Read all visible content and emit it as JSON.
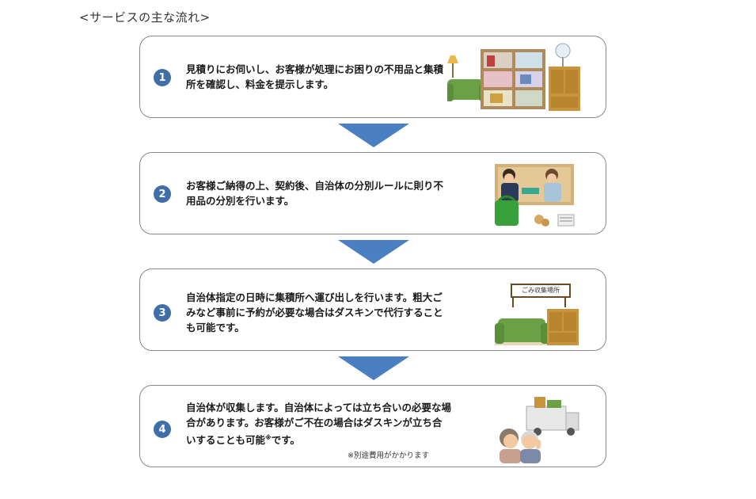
{
  "page": {
    "title": "<サービスの主な流れ>"
  },
  "steps": [
    {
      "number": "1",
      "text": "見積りにお伺いし、お客様が処理にお困りの不用品と集積所を確認し、料金を提示します。",
      "illustration": "furniture-pile-illustration"
    },
    {
      "number": "2",
      "text": "お客様ご納得の上、契約後、自治体の分別ルールに則り不用品の分別を行います。",
      "illustration": "sorting-workers-illustration"
    },
    {
      "number": "3",
      "text": "自治体指定の日時に集積所へ運び出しを行います。粗大ごみなど事前に予約が必要な場合はダスキンで代行することも可能です。",
      "illustration": "garbage-collection-point-illustration",
      "sign_text": "ごみ収集場所"
    },
    {
      "number": "4",
      "text_main": "自治体が収集します。自治体によっては立ち合いの必要な場合があります。お客様がご不在の場合はダスキンが立ち合いすることも可能",
      "text_mark": "※",
      "text_end": "です。",
      "note": "※別途費用がかかります",
      "illustration": "truck-and-elderly-couple-illustration"
    }
  ],
  "colors": {
    "arrow": "#4a7fc1",
    "number_badge": "#3f6ea8",
    "card_border": "#8a8a8a"
  }
}
